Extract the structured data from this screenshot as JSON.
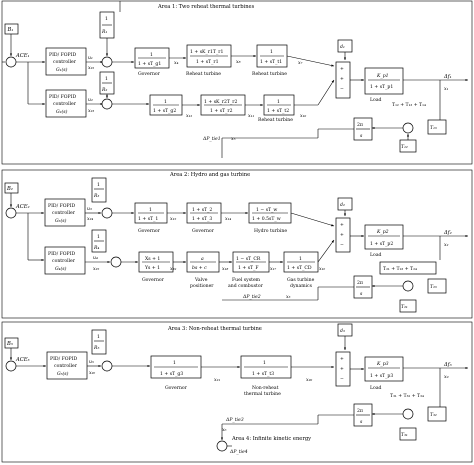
{
  "areas": [
    {
      "title": "Area 1: Two reheat thermal turbines"
    },
    {
      "title": "Area 2: Hydro and gas turbine"
    },
    {
      "title": "Area 3: Non-reheat thermal turbine"
    },
    {
      "title": "Area 4: Infinite kinetic energy"
    }
  ],
  "a1": {
    "B": "B₁",
    "ace": "ACE₁",
    "invR1": "1",
    "invR1d": "R₁",
    "invR2": "1",
    "invR2d": "R₂",
    "pid1": [
      "PID/ FOPID",
      "controller",
      "G₁(s)"
    ],
    "pid2": [
      "PID/ FOPID",
      "controller",
      "G₂(s)"
    ],
    "u1": "u₁",
    "x22": "x₂₂",
    "u2": "u₂",
    "x23": "x₂₃",
    "gov1": [
      "1",
      "1 + sT_g1"
    ],
    "gov1lbl": "Governor",
    "x4": "x₄",
    "rh1": [
      "1 + sK_r1T_r1",
      "1 + sT_r1"
    ],
    "rh1lbl": "Reheat turbine",
    "x8": "x₈",
    "t1": [
      "1",
      "1 + sT_t1"
    ],
    "t1lbl": "Reheat turbine",
    "x7": "x₇",
    "gov2": [
      "1",
      "1 + sT_g2"
    ],
    "x12": "x₁₂",
    "rh2": [
      "1 + sK_r2T_r2",
      "1 + sT_r2"
    ],
    "x11": "x₁₁",
    "t2": [
      "1",
      "1 + sT_t2"
    ],
    "t2lbl": "Reheat turbine",
    "x10": "x₁₀",
    "d": "d₁",
    "load": [
      "K_p1",
      "1 + sT_p1"
    ],
    "loadlbl": "Load",
    "df": "Δf₁",
    "x1": "x₁",
    "tie": [
      "2π",
      "s"
    ],
    "tsum": "T₁₂ + T₁₃ + T₁₄",
    "T13": "T₁₃",
    "T12": "T₁₂",
    "dptie": "ΔP_tie1",
    "x5": "x₅"
  },
  "a2": {
    "B": "B₂",
    "ace": "ACE₂",
    "invR3": "1",
    "invR3d": "R₃",
    "invR4": "1",
    "invR4d": "R₄",
    "pid3": [
      "PID/ FOPID",
      "controller",
      "G₃(s)"
    ],
    "pid4": [
      "PID/ FOPID",
      "controller",
      "G₄(s)"
    ],
    "u3": "u₃",
    "x24": "x₂₄",
    "u4": "u₄",
    "x25": "x₂₅",
    "gov": [
      "1",
      "1 + sT_1"
    ],
    "govlbl": "Governor",
    "x15": "x₁₅",
    "gov2": [
      "1 + sT_2",
      "1 + sT_3"
    ],
    "gov2lbl": "Governor",
    "x14": "x₁₄",
    "hyd": [
      "1 − sT_w",
      "1 + 0.5sT_w"
    ],
    "hydlbl": "Hydro turbine",
    "gg": [
      "Xs + 1",
      "Ys + 1"
    ],
    "gglbl": "Governor",
    "vp": [
      "a",
      "bs + c"
    ],
    "vplbl": [
      "Valve",
      "positioner"
    ],
    "fs": [
      "1 − sT_CR",
      "1 + sT_F"
    ],
    "fslbl": [
      "Fuel system",
      "and combustor"
    ],
    "x17": "x₁₇",
    "gt": [
      "1",
      "1 + sT_CD"
    ],
    "gtlbl": [
      "Gas turbine",
      "dynamics"
    ],
    "x16": "x₁₆",
    "x19": "x₁₉",
    "x18": "x₁₈",
    "d": "d₂",
    "load": [
      "K_p2",
      "1 + sT_p2"
    ],
    "loadlbl": "Load",
    "df": "Δf₂",
    "x2": "x₂",
    "tie": [
      "2π",
      "s"
    ],
    "tsum": "T₂₁ + T₂₃ + T₂₄",
    "T21": "T₂₁",
    "T23": "T₂₃",
    "dptie": "ΔP_tie2",
    "x3": "x₃"
  },
  "a3": {
    "B": "B₃",
    "ace": "ACE₃",
    "invR": "1",
    "invRd": "R₅",
    "pid": [
      "PID/ FOPID",
      "controller",
      "G₅(s)"
    ],
    "u5": "u₅",
    "x26": "x₂₆",
    "gov": [
      "1",
      "1 + sT_g3"
    ],
    "govlbl": "Governor",
    "x21": "x₂₁",
    "nrt": [
      "1",
      "1 + sT_t3"
    ],
    "nrtlbl": [
      "Non-reheat",
      "thermal turbine"
    ],
    "x20": "x₂₀",
    "d": "d₃",
    "load": [
      "K_p3",
      "1 + sT_p3"
    ],
    "loadlbl": "Load",
    "df": "Δf₃",
    "x9": "x₉",
    "tie": [
      "2π",
      "s"
    ],
    "tsum": "T₃₁ + T₃₂ + T₃₄",
    "T32": "T₃₂",
    "T31": "T₃₁",
    "dptie": "ΔP_tie3",
    "x6": "x₆"
  },
  "a4": {
    "dptie": "ΔP_tie4"
  }
}
